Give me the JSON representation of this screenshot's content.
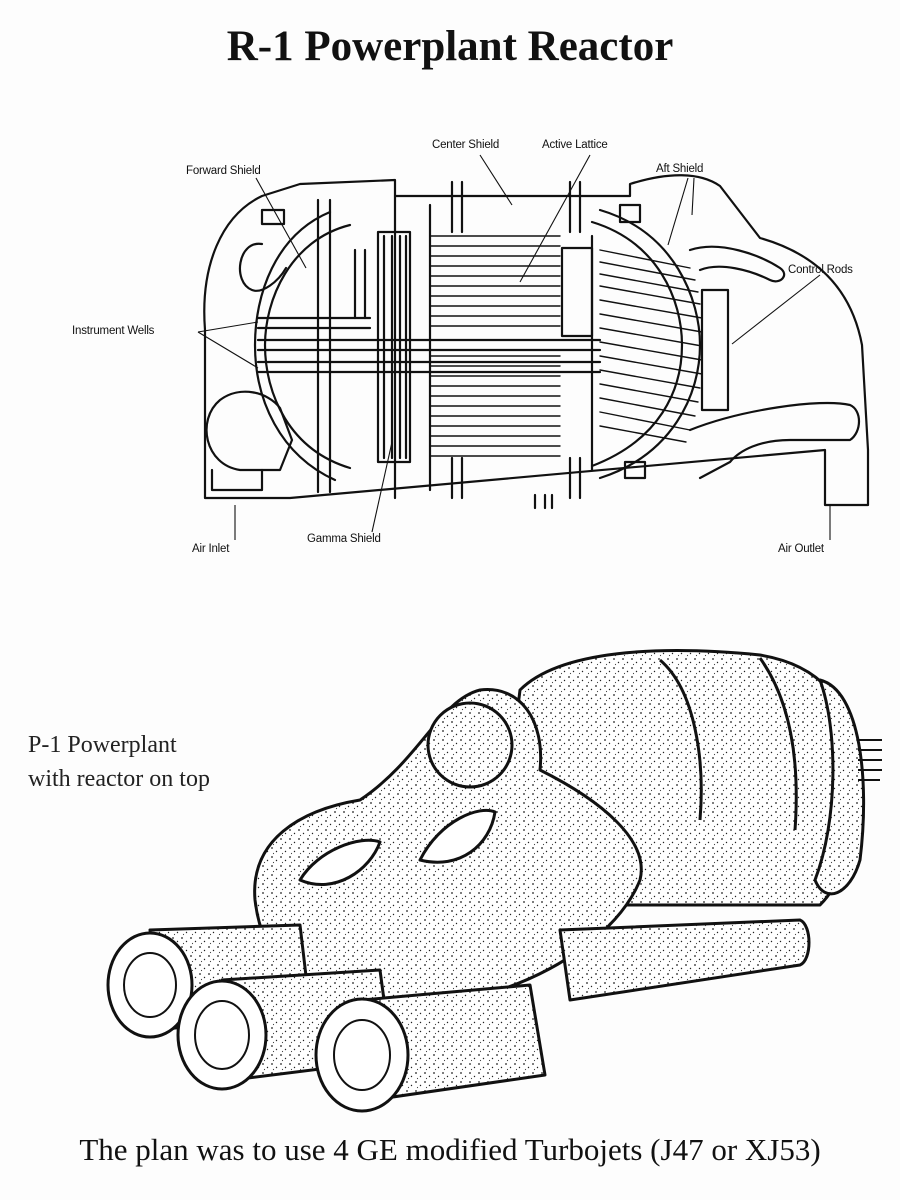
{
  "title": "R-1 Powerplant Reactor",
  "reactor_diagram": {
    "labels": {
      "center_shield": "Center Shield",
      "active_lattice": "Active Lattice",
      "forward_shield": "Forward Shield",
      "aft_shield": "Aft Shield",
      "control_rods": "Control Rods",
      "instrument_wells": "Instrument Wells",
      "air_inlet": "Air Inlet",
      "gamma_shield": "Gamma Shield",
      "air_outlet": "Air Outlet"
    }
  },
  "powerplant_illustration": {
    "caption_line1": "P-1 Powerplant",
    "caption_line2": "with reactor on top"
  },
  "bottom_caption": "The plan was to use 4 GE modified Turbojets (J47 or XJ53)"
}
